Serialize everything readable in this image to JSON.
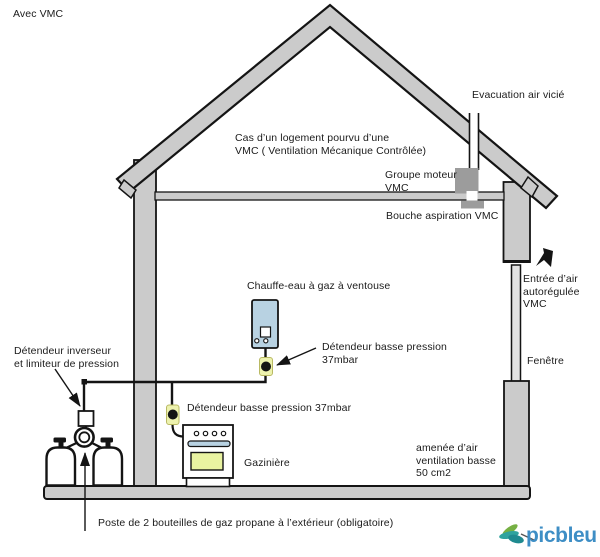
{
  "title": "Avec VMC",
  "colors": {
    "structure_gray": "#cbcbcb",
    "vmc_box_gray": "#9c9c9c",
    "window_gray": "#e2e2e2",
    "heater_blue": "#b8d2e2",
    "valve_yellow": "#edf2ae",
    "oven_window_yellow": "#e9f3a1",
    "outline_black": "#141414",
    "logo_blue": "#3e8ec5",
    "bird_teal": "#2fa39e",
    "bird_green": "#76b043",
    "bird_dark_teal": "#1f8a8f"
  },
  "labels": {
    "avec_vmc": "Avec VMC",
    "evacuation": "Evacuation air vicié",
    "cas_logement": "Cas d’un logement pourvu d’une\nVMC ( Ventilation Mécanique Contrôlée)",
    "groupe_moteur": "Groupe moteur\nVMC",
    "bouche_aspiration": "Bouche aspiration VMC",
    "entree_air": "Entrée d’air\nautorégulée\nVMC",
    "chauffe_eau": "Chauffe-eau à gaz à ventouse",
    "detendeur_heater": "Détendeur basse pression\n37mbar",
    "detendeur_stove": "Détendeur basse pression 37mbar",
    "detendeur_inverseur": "Détendeur inverseur\net limiteur de pression",
    "fenetre": "Fenêtre",
    "gaziniere": "Gazinière",
    "amenee_air": "amenée d’air\nventilation basse\n50 cm2",
    "poste_bouteilles": "Poste de 2 bouteilles de gaz propane à l’extérieur (obligatoire)"
  },
  "logo": {
    "text": "picbleu"
  }
}
